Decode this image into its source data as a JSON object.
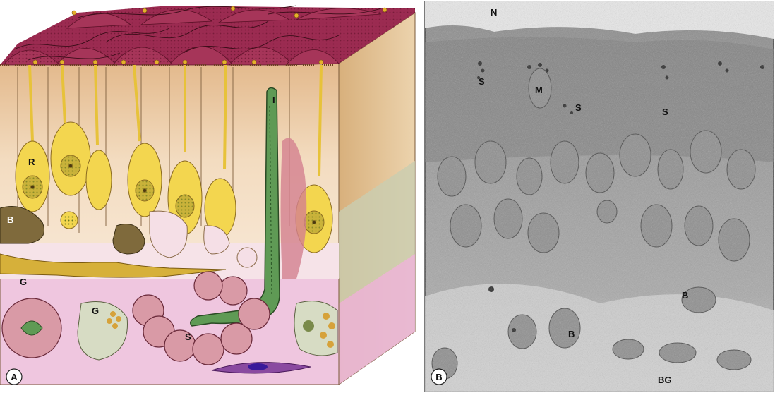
{
  "panelA": {
    "badge": "A",
    "labels": {
      "receptor": "R",
      "basal_left": "B",
      "gland_left": "G",
      "gland_cells": "G",
      "intermediate": "I",
      "sustentacular": "S"
    }
  },
  "panelB": {
    "badge": "B",
    "labels": {
      "n": "N",
      "s1": "S",
      "m": "M",
      "s2": "S",
      "s3": "S",
      "b1": "B",
      "b2": "B",
      "bg": "BG"
    }
  },
  "colors": {
    "mucus": "#8e1f45",
    "receptor": "#f3d64f",
    "duct": "#5f9a55",
    "gland": "#d99aa6",
    "lamina": "#efc6df",
    "block_side": "#d8b07c"
  }
}
